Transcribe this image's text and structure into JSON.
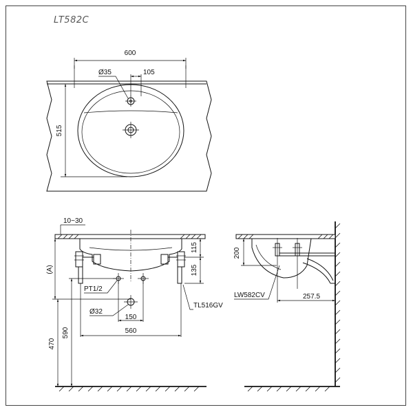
{
  "model_code": "LT582C",
  "top_view": {
    "width": "600",
    "depth": "515",
    "tap_hole": "Ø35",
    "tap_offset": "105"
  },
  "front_view": {
    "counter_thickness": "10~30",
    "label_a": "(A)",
    "dim_115": "115",
    "dim_135": "135",
    "supply": "PT1/2",
    "drain": "Ø32",
    "dim_150": "150",
    "dim_560": "560",
    "dim_590": "590",
    "dim_470": "470",
    "valve_code": "TL516GV"
  },
  "side_view": {
    "dim_200": "200",
    "waste_code": "LW582CV",
    "dim_257": "257.5"
  }
}
